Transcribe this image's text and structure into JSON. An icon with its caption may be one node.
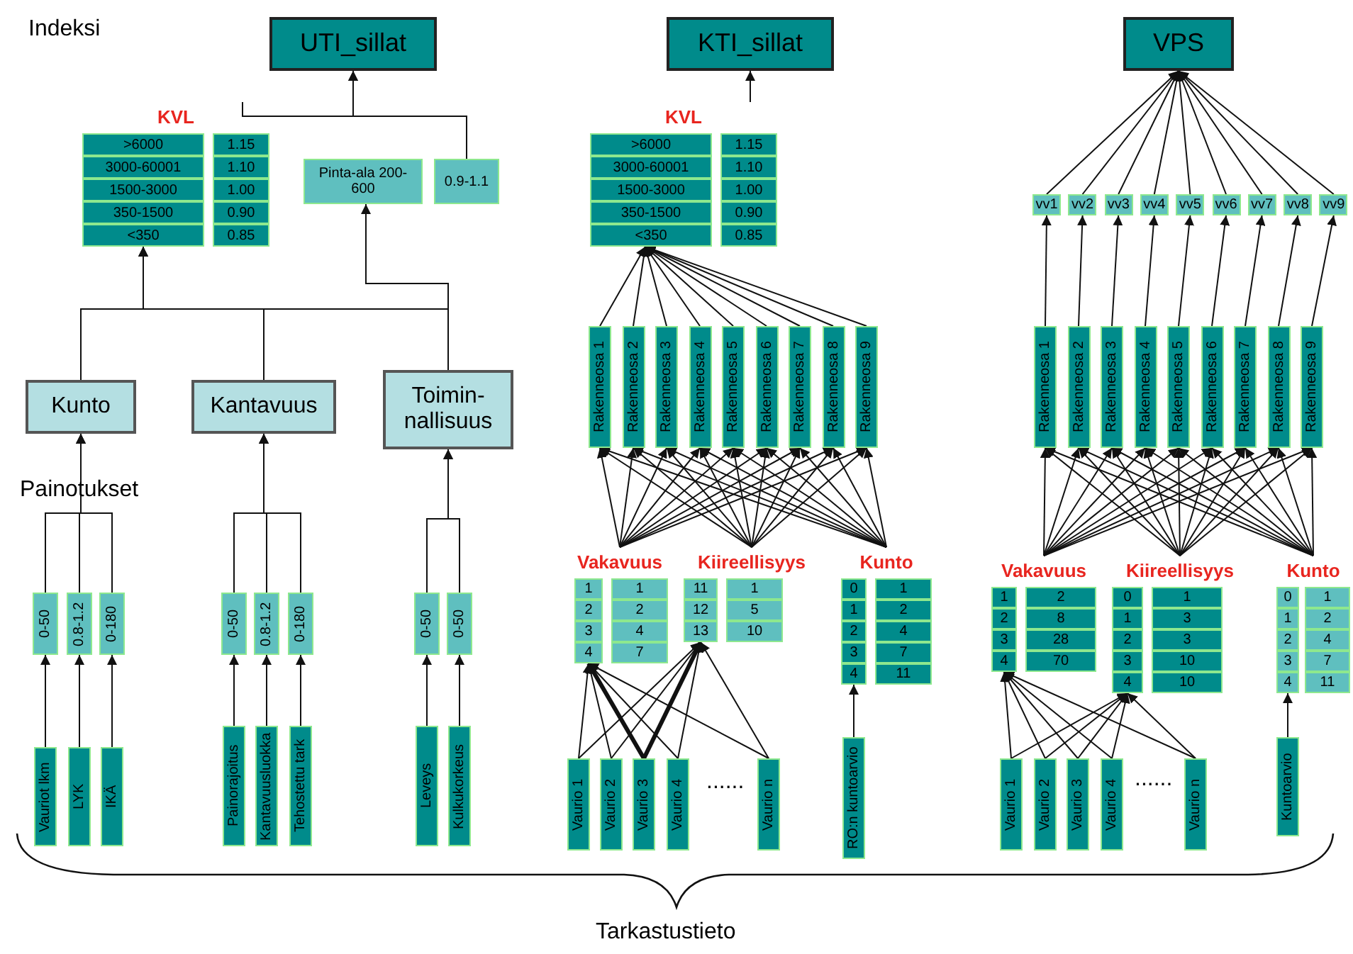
{
  "diagram": {
    "nodes": [
      {
        "text": [
          "UTI_sillat"
        ]
      },
      {
        "text": [
          "KTI_sillat"
        ]
      },
      {
        "text": [
          "VPS"
        ]
      },
      {
        "text": [
          "KVL",
          ">6000",
          "1.15",
          "3000-60001",
          "1.10",
          "1500-3000",
          "1.00",
          "350-1500",
          "0.90",
          "<350",
          "0.85"
        ]
      },
      {
        "text": [
          "Pinta-ala 200-600",
          "0.9-1.1"
        ]
      },
      {
        "text": [
          "Kunto"
        ]
      },
      {
        "text": [
          "Kantavuus"
        ]
      },
      {
        "text": [
          "Toimin- nallisuus"
        ]
      },
      {
        "text": [
          "0-50"
        ]
      },
      {
        "text": [
          "0.8-1.2"
        ]
      },
      {
        "text": [
          "0-180"
        ]
      },
      {
        "text": [
          "0-50"
        ]
      },
      {
        "text": [
          "0.8-1.2"
        ]
      },
      {
        "text": [
          "0-180"
        ]
      },
      {
        "text": [
          "0-50"
        ]
      },
      {
        "text": [
          "0-50"
        ]
      },
      {
        "text": [
          "Vauriot lkm"
        ]
      },
      {
        "text": [
          "LYK"
        ]
      },
      {
        "text": [
          "IKÄ"
        ]
      },
      {
        "text": [
          "Painorajoitus"
        ]
      },
      {
        "text": [
          "Kantavuusluokka"
        ]
      },
      {
        "text": [
          "Tehostettu tark"
        ]
      },
      {
        "text": [
          "Leveys"
        ]
      },
      {
        "text": [
          "Kulkukorkeus"
        ]
      },
      {
        "text": [
          "KVL",
          ">6000",
          "1.15",
          "3000-60001",
          "1.10",
          "1500-3000",
          "1.00",
          "350-1500",
          "0.90",
          "<350",
          "0.85"
        ]
      },
      {
        "text": [
          "Rakenneosa 1"
        ]
      },
      {
        "text": [
          "Rakenneosa 2"
        ]
      },
      {
        "text": [
          "Rakenneosa 3"
        ]
      },
      {
        "text": [
          "Rakenneosa 4"
        ]
      },
      {
        "text": [
          "Rakenneosa 5"
        ]
      },
      {
        "text": [
          "Rakenneosa 6"
        ]
      },
      {
        "text": [
          "Rakenneosa 7"
        ]
      },
      {
        "text": [
          "Rakenneosa 8"
        ]
      },
      {
        "text": [
          "Rakenneosa 9"
        ]
      },
      {
        "text": [
          "Vakavuus",
          "1",
          "1",
          "2",
          "2",
          "3",
          "4",
          "4",
          "7"
        ]
      },
      {
        "text": [
          "Kiireellisyys",
          "11",
          "1",
          "12",
          "5",
          "13",
          "10"
        ]
      },
      {
        "text": [
          "Kunto",
          "0",
          "1",
          "1",
          "2",
          "2",
          "4",
          "3",
          "7",
          "4",
          "11"
        ]
      },
      {
        "text": [
          "Vaurio 1"
        ]
      },
      {
        "text": [
          "Vaurio 2"
        ]
      },
      {
        "text": [
          "Vaurio 3"
        ]
      },
      {
        "text": [
          "Vaurio 4"
        ]
      },
      {
        "text": [
          "Vaurio n"
        ]
      },
      {
        "text": [
          "RO:n kuntoarvio"
        ]
      },
      {
        "text": [
          "vv1"
        ]
      },
      {
        "text": [
          "vv2"
        ]
      },
      {
        "text": [
          "vv3"
        ]
      },
      {
        "text": [
          "vv4"
        ]
      },
      {
        "text": [
          "vv5"
        ]
      },
      {
        "text": [
          "vv6"
        ]
      },
      {
        "text": [
          "vv7"
        ]
      },
      {
        "text": [
          "vv8"
        ]
      },
      {
        "text": [
          "vv9"
        ]
      },
      {
        "text": [
          "Rakenneosa 1"
        ]
      },
      {
        "text": [
          "Rakenneosa 2"
        ]
      },
      {
        "text": [
          "Rakenneosa 3"
        ]
      },
      {
        "text": [
          "Rakenneosa 4"
        ]
      },
      {
        "text": [
          "Rakenneosa 5"
        ]
      },
      {
        "text": [
          "Rakenneosa 6"
        ]
      },
      {
        "text": [
          "Rakenneosa 7"
        ]
      },
      {
        "text": [
          "Rakenneosa 8"
        ]
      },
      {
        "text": [
          "Rakenneosa 9"
        ]
      },
      {
        "text": [
          "Vakavuus",
          "1",
          "2",
          "2",
          "8",
          "3",
          "28",
          "4",
          "70"
        ]
      },
      {
        "text": [
          "Kiireellisyys",
          "0",
          "1",
          "1",
          "3",
          "2",
          "3",
          "3",
          "10",
          "4",
          "10"
        ]
      },
      {
        "text": [
          "Kunto",
          "0",
          "1",
          "1",
          "2",
          "2",
          "4",
          "3",
          "7",
          "4",
          "11"
        ]
      },
      {
        "text": [
          "Vaurio 1"
        ]
      },
      {
        "text": [
          "Vaurio 2"
        ]
      },
      {
        "text": [
          "Vaurio 3"
        ]
      },
      {
        "text": [
          "Vaurio 4"
        ]
      },
      {
        "text": [
          "Vaurio n"
        ]
      },
      {
        "text": [
          "Kuntoarvio"
        ]
      }
    ],
    "edges": [
      {
        "from": 3,
        "to": 0,
        "arrow": "to"
      },
      {
        "from": 4,
        "to": 0,
        "arrow": "to"
      },
      {
        "from": 5,
        "to": 3,
        "arrow": "to"
      },
      {
        "from": 6,
        "to": 3,
        "arrow": "to"
      },
      {
        "from": 7,
        "to": 3,
        "arrow": "to"
      },
      {
        "from": 7,
        "to": 4,
        "arrow": "to"
      },
      {
        "from": 8,
        "to": 5,
        "arrow": "to"
      },
      {
        "from": 9,
        "to": 5,
        "arrow": "to"
      },
      {
        "from": 10,
        "to": 5,
        "arrow": "to"
      },
      {
        "from": 11,
        "to": 6,
        "arrow": "to"
      },
      {
        "from": 12,
        "to": 6,
        "arrow": "to"
      },
      {
        "from": 13,
        "to": 6,
        "arrow": "to"
      },
      {
        "from": 14,
        "to": 7,
        "arrow": "to"
      },
      {
        "from": 15,
        "to": 7,
        "arrow": "to"
      },
      {
        "from": 16,
        "to": 8,
        "arrow": "to"
      },
      {
        "from": 17,
        "to": 9,
        "arrow": "to"
      },
      {
        "from": 18,
        "to": 10,
        "arrow": "to"
      },
      {
        "from": 19,
        "to": 11,
        "arrow": "to"
      },
      {
        "from": 20,
        "to": 12,
        "arrow": "to"
      },
      {
        "from": 21,
        "to": 13,
        "arrow": "to"
      },
      {
        "from": 22,
        "to": 14,
        "arrow": "to"
      },
      {
        "from": 23,
        "to": 15,
        "arrow": "to"
      },
      {
        "from": 24,
        "to": 1,
        "arrow": "to"
      },
      {
        "from": 25,
        "to": 24,
        "arrow": "to"
      },
      {
        "from": 26,
        "to": 24,
        "arrow": "to"
      },
      {
        "from": 27,
        "to": 24,
        "arrow": "to"
      },
      {
        "from": 28,
        "to": 24,
        "arrow": "to"
      },
      {
        "from": 29,
        "to": 24,
        "arrow": "to"
      },
      {
        "from": 30,
        "to": 24,
        "arrow": "to"
      },
      {
        "from": 31,
        "to": 24,
        "arrow": "to"
      },
      {
        "from": 32,
        "to": 24,
        "arrow": "to"
      },
      {
        "from": 33,
        "to": 24,
        "arrow": "to"
      },
      {
        "from": 34,
        "to": 25,
        "arrow": "to"
      },
      {
        "from": 34,
        "to": 26,
        "arrow": "to"
      },
      {
        "from": 34,
        "to": 27,
        "arrow": "to"
      },
      {
        "from": 34,
        "to": 28,
        "arrow": "to"
      },
      {
        "from": 34,
        "to": 29,
        "arrow": "to"
      },
      {
        "from": 34,
        "to": 30,
        "arrow": "to"
      },
      {
        "from": 34,
        "to": 31,
        "arrow": "to"
      },
      {
        "from": 34,
        "to": 32,
        "arrow": "to"
      },
      {
        "from": 34,
        "to": 33,
        "arrow": "to"
      },
      {
        "from": 35,
        "to": 25,
        "arrow": "to"
      },
      {
        "from": 35,
        "to": 26,
        "arrow": "to"
      },
      {
        "from": 35,
        "to": 27,
        "arrow": "to"
      },
      {
        "from": 35,
        "to": 28,
        "arrow": "to"
      },
      {
        "from": 35,
        "to": 29,
        "arrow": "to"
      },
      {
        "from": 35,
        "to": 30,
        "arrow": "to"
      },
      {
        "from": 35,
        "to": 31,
        "arrow": "to"
      },
      {
        "from": 35,
        "to": 32,
        "arrow": "to"
      },
      {
        "from": 35,
        "to": 33,
        "arrow": "to"
      },
      {
        "from": 36,
        "to": 25,
        "arrow": "to"
      },
      {
        "from": 36,
        "to": 26,
        "arrow": "to"
      },
      {
        "from": 36,
        "to": 27,
        "arrow": "to"
      },
      {
        "from": 36,
        "to": 28,
        "arrow": "to"
      },
      {
        "from": 36,
        "to": 29,
        "arrow": "to"
      },
      {
        "from": 36,
        "to": 30,
        "arrow": "to"
      },
      {
        "from": 36,
        "to": 31,
        "arrow": "to"
      },
      {
        "from": 36,
        "to": 32,
        "arrow": "to"
      },
      {
        "from": 36,
        "to": 33,
        "arrow": "to"
      },
      {
        "from": 37,
        "to": 34,
        "arrow": "to"
      },
      {
        "from": 37,
        "to": 35,
        "arrow": "to"
      },
      {
        "from": 38,
        "to": 34,
        "arrow": "to"
      },
      {
        "from": 38,
        "to": 35,
        "arrow": "to"
      },
      {
        "from": 39,
        "to": 34,
        "arrow": "to",
        "style": "thick"
      },
      {
        "from": 39,
        "to": 35,
        "arrow": "to",
        "style": "thick"
      },
      {
        "from": 40,
        "to": 34,
        "arrow": "to"
      },
      {
        "from": 40,
        "to": 35,
        "arrow": "to"
      },
      {
        "from": 41,
        "to": 34,
        "arrow": "to"
      },
      {
        "from": 41,
        "to": 35,
        "arrow": "to"
      },
      {
        "from": 42,
        "to": 36,
        "arrow": "to"
      },
      {
        "from": 43,
        "to": 2,
        "arrow": "to"
      },
      {
        "from": 44,
        "to": 2,
        "arrow": "to"
      },
      {
        "from": 45,
        "to": 2,
        "arrow": "to"
      },
      {
        "from": 46,
        "to": 2,
        "arrow": "to"
      },
      {
        "from": 47,
        "to": 2,
        "arrow": "to"
      },
      {
        "from": 48,
        "to": 2,
        "arrow": "to"
      },
      {
        "from": 49,
        "to": 2,
        "arrow": "to"
      },
      {
        "from": 50,
        "to": 2,
        "arrow": "to"
      },
      {
        "from": 51,
        "to": 2,
        "arrow": "to"
      },
      {
        "from": 52,
        "to": 43,
        "arrow": "to"
      },
      {
        "from": 53,
        "to": 44,
        "arrow": "to"
      },
      {
        "from": 54,
        "to": 45,
        "arrow": "to"
      },
      {
        "from": 55,
        "to": 46,
        "arrow": "to"
      },
      {
        "from": 56,
        "to": 47,
        "arrow": "to"
      },
      {
        "from": 57,
        "to": 48,
        "arrow": "to"
      },
      {
        "from": 58,
        "to": 49,
        "arrow": "to"
      },
      {
        "from": 59,
        "to": 50,
        "arrow": "to"
      },
      {
        "from": 60,
        "to": 51,
        "arrow": "to"
      },
      {
        "from": 61,
        "to": 52,
        "arrow": "to"
      },
      {
        "from": 61,
        "to": 53,
        "arrow": "to"
      },
      {
        "from": 61,
        "to": 54,
        "arrow": "to"
      },
      {
        "from": 61,
        "to": 55,
        "arrow": "to"
      },
      {
        "from": 61,
        "to": 56,
        "arrow": "to"
      },
      {
        "from": 61,
        "to": 57,
        "arrow": "to"
      },
      {
        "from": 61,
        "to": 58,
        "arrow": "to"
      },
      {
        "from": 61,
        "to": 59,
        "arrow": "to"
      },
      {
        "from": 61,
        "to": 60,
        "arrow": "to"
      },
      {
        "from": 62,
        "to": 52,
        "arrow": "to"
      },
      {
        "from": 62,
        "to": 53,
        "arrow": "to"
      },
      {
        "from": 62,
        "to": 54,
        "arrow": "to"
      },
      {
        "from": 62,
        "to": 55,
        "arrow": "to"
      },
      {
        "from": 62,
        "to": 56,
        "arrow": "to"
      },
      {
        "from": 62,
        "to": 57,
        "arrow": "to"
      },
      {
        "from": 62,
        "to": 58,
        "arrow": "to"
      },
      {
        "from": 62,
        "to": 59,
        "arrow": "to"
      },
      {
        "from": 62,
        "to": 60,
        "arrow": "to"
      },
      {
        "from": 63,
        "to": 52,
        "arrow": "to"
      },
      {
        "from": 63,
        "to": 53,
        "arrow": "to"
      },
      {
        "from": 63,
        "to": 54,
        "arrow": "to"
      },
      {
        "from": 63,
        "to": 55,
        "arrow": "to"
      },
      {
        "from": 63,
        "to": 56,
        "arrow": "to"
      },
      {
        "from": 63,
        "to": 57,
        "arrow": "to"
      },
      {
        "from": 63,
        "to": 58,
        "arrow": "to"
      },
      {
        "from": 63,
        "to": 59,
        "arrow": "to"
      },
      {
        "from": 63,
        "to": 60,
        "arrow": "to"
      },
      {
        "from": 64,
        "to": 61,
        "arrow": "to"
      },
      {
        "from": 64,
        "to": 62,
        "arrow": "to"
      },
      {
        "from": 65,
        "to": 61,
        "arrow": "to"
      },
      {
        "from": 65,
        "to": 62,
        "arrow": "to"
      },
      {
        "from": 66,
        "to": 61,
        "arrow": "to"
      },
      {
        "from": 66,
        "to": 62,
        "arrow": "to"
      },
      {
        "from": 67,
        "to": 61,
        "arrow": "to"
      },
      {
        "from": 67,
        "to": 62,
        "arrow": "to"
      },
      {
        "from": 68,
        "to": 61,
        "arrow": "to"
      },
      {
        "from": 68,
        "to": 62,
        "arrow": "to"
      },
      {
        "from": 69,
        "to": 63,
        "arrow": "to"
      }
    ],
    "labels": [
      "Indeksi",
      "Painotukset",
      "......",
      "......",
      "Tarkastustieto"
    ]
  }
}
